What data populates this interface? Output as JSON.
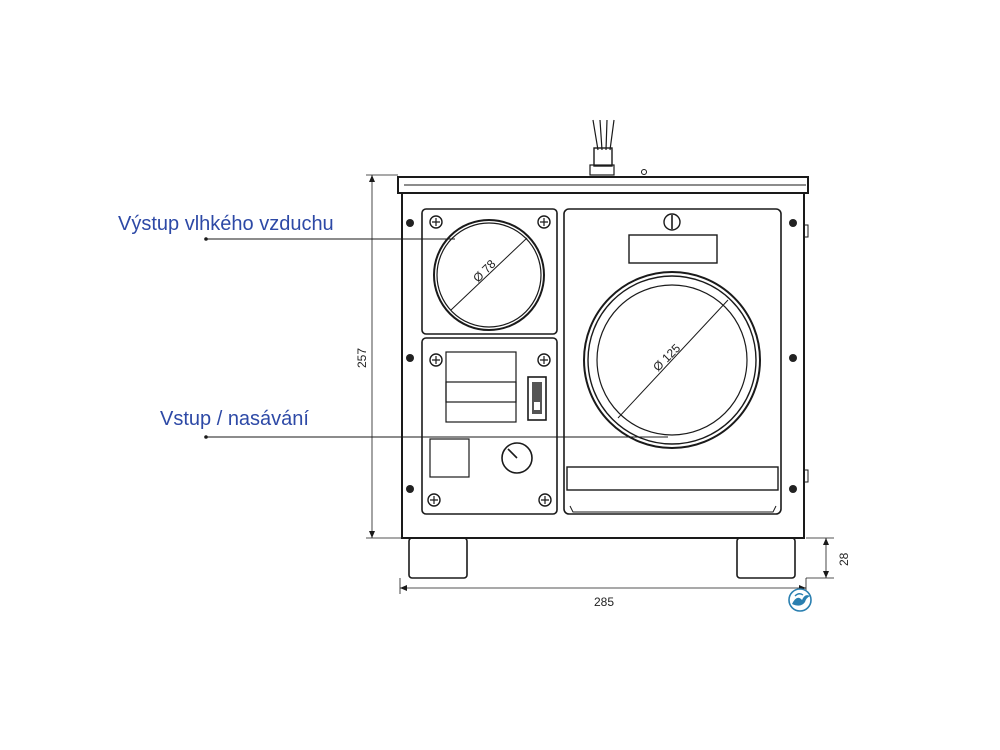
{
  "labels": {
    "outlet": "Výstup vlhkého vzduchu",
    "inlet": "Vstup / nasávání"
  },
  "dimensions": {
    "height": "257",
    "width": "285",
    "foot_height": "28"
  },
  "diameters": {
    "small": "Ø 78",
    "large": "Ø 125"
  },
  "colors": {
    "label_text": "#2d49a6",
    "line": "#1a1a1a",
    "logo": "#2a7fb0"
  },
  "logo": {
    "icon": "bird-logo-icon"
  }
}
